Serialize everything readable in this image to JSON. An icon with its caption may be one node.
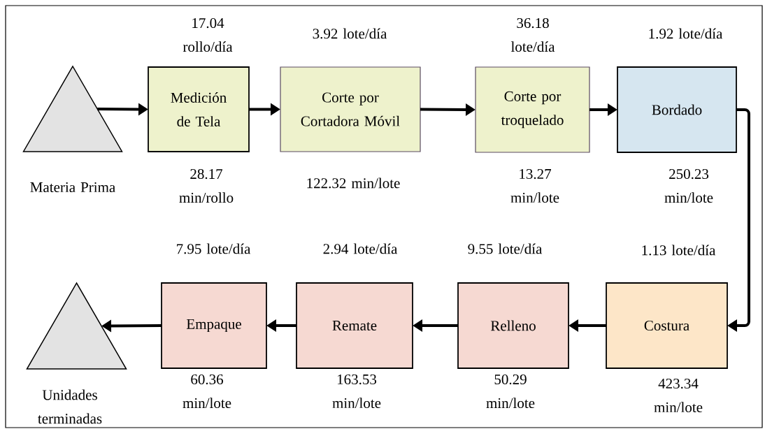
{
  "diagram": {
    "nodes": [
      {
        "text": [
          "Materia Prima"
        ]
      },
      {
        "text": [
          "Medición de Tela"
        ],
        "beside": [
          "17.04 rollo/día",
          "28.17 min/rollo"
        ]
      },
      {
        "text": [
          "Corte por Cortadora Móvil"
        ],
        "beside": [
          "3.92 lote/día",
          "122.32 min/lote"
        ]
      },
      {
        "text": [
          "Corte por troquelado"
        ],
        "beside": [
          "36.18 lote/día",
          "13.27 min/lote"
        ]
      },
      {
        "text": [
          "Bordado"
        ],
        "beside": [
          "1.92 lote/día",
          "250.23 min/lote"
        ]
      },
      {
        "text": [
          "Costura"
        ],
        "beside": [
          "1.13 lote/día",
          "423.34 min/lote"
        ]
      },
      {
        "text": [
          "Relleno"
        ],
        "beside": [
          "9.55 lote/día",
          "50.29 min/lote"
        ]
      },
      {
        "text": [
          "Remate"
        ],
        "beside": [
          "2.94 lote/día",
          "163.53 min/lote"
        ]
      },
      {
        "text": [
          "Empaque"
        ],
        "beside": [
          "7.95 lote/día",
          "60.36 min/lote"
        ]
      },
      {
        "text": [
          "Unidades terminadas"
        ]
      }
    ],
    "edges": [
      {
        "from": 0,
        "to": 1,
        "arrow": "to"
      },
      {
        "from": 1,
        "to": 2,
        "arrow": "to"
      },
      {
        "from": 2,
        "to": 3,
        "arrow": "to"
      },
      {
        "from": 3,
        "to": 4,
        "arrow": "to"
      },
      {
        "from": 4,
        "to": 5,
        "arrow": "to"
      },
      {
        "from": 5,
        "to": 6,
        "arrow": "to"
      },
      {
        "from": 6,
        "to": 7,
        "arrow": "to"
      },
      {
        "from": 7,
        "to": 8,
        "arrow": "to"
      },
      {
        "from": 8,
        "to": 9,
        "arrow": "to"
      }
    ]
  }
}
